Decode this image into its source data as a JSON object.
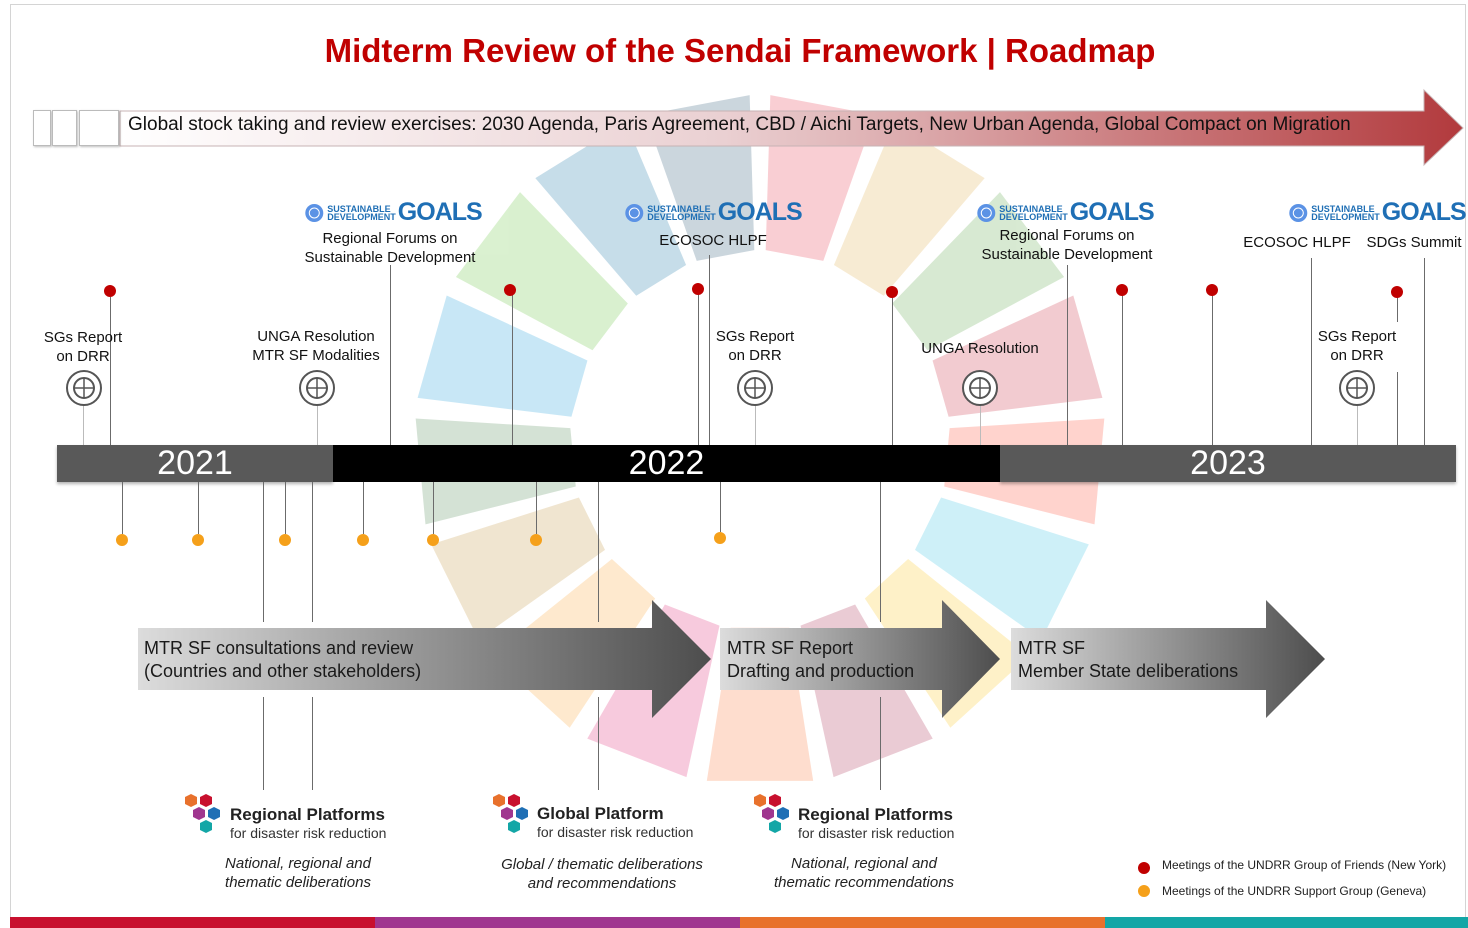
{
  "title": "Midterm Review of the Sendai Framework | Roadmap",
  "global_stock_taking": "Global stock taking and review exercises: 2030 Agenda, Paris Agreement, CBD / Aichi Targets, New Urban Agenda, Global Compact on Migration",
  "sdg_logo": {
    "small_line1": "SUSTAINABLE",
    "small_line2": "DEVELOPMENT",
    "big": "GOALS"
  },
  "years": [
    "2021",
    "2022",
    "2023"
  ],
  "events_above": {
    "sgs_report_1": {
      "line1": "SGs Report",
      "line2": "on DRR"
    },
    "unga_resolution_1": {
      "line1": "UNGA Resolution",
      "line2": "MTR SF Modalities"
    },
    "regional_forums_1": {
      "line1": "Regional Forums on",
      "line2": "Sustainable Development"
    },
    "ecosoc_hlpf_1": "ECOSOC HLPF",
    "sgs_report_2": {
      "line1": "SGs Report",
      "line2": "on DRR"
    },
    "unga_resolution_2": "UNGA Resolution",
    "regional_forums_2": {
      "line1": "Regional Forums on",
      "line2": "Sustainable Development"
    },
    "ecosoc_hlpf_2": "ECOSOC HLPF",
    "sdgs_summit": "SDGs Summit",
    "sgs_report_3": {
      "line1": "SGs Report",
      "line2": "on DRR"
    }
  },
  "phases": [
    {
      "line1": "MTR SF consultations and review",
      "line2": "(Countries and other stakeholders)"
    },
    {
      "line1": "MTR SF Report",
      "line2": "Drafting and production"
    },
    {
      "line1": "MTR SF",
      "line2": "Member State deliberations"
    }
  ],
  "platforms": [
    {
      "title": "Regional Platforms",
      "subtitle": "for disaster risk reduction",
      "note_line1": "National, regional and",
      "note_line2": "thematic deliberations"
    },
    {
      "title": "Global Platform",
      "subtitle": "for disaster risk reduction",
      "note_line1": "Global / thematic deliberations",
      "note_line2": "and recommendations"
    },
    {
      "title": "Regional Platforms",
      "subtitle": "for disaster risk reduction",
      "note_line1": "National, regional and",
      "note_line2": "thematic recommendations"
    }
  ],
  "legend": {
    "red": "Meetings of the UNDRR Group of Friends (New York)",
    "orange": "Meetings of the UNDRR Support Group (Geneva)"
  },
  "colors": {
    "title": "#c00000",
    "red_marker": "#c00000",
    "orange_marker": "#f5a01a",
    "timeline_2021": "#595959",
    "timeline_2022": "#000000",
    "timeline_2023": "#595959",
    "bottom_bar": [
      "#c8102e",
      "#a0368f",
      "#e8712c",
      "#13a6a6"
    ]
  }
}
